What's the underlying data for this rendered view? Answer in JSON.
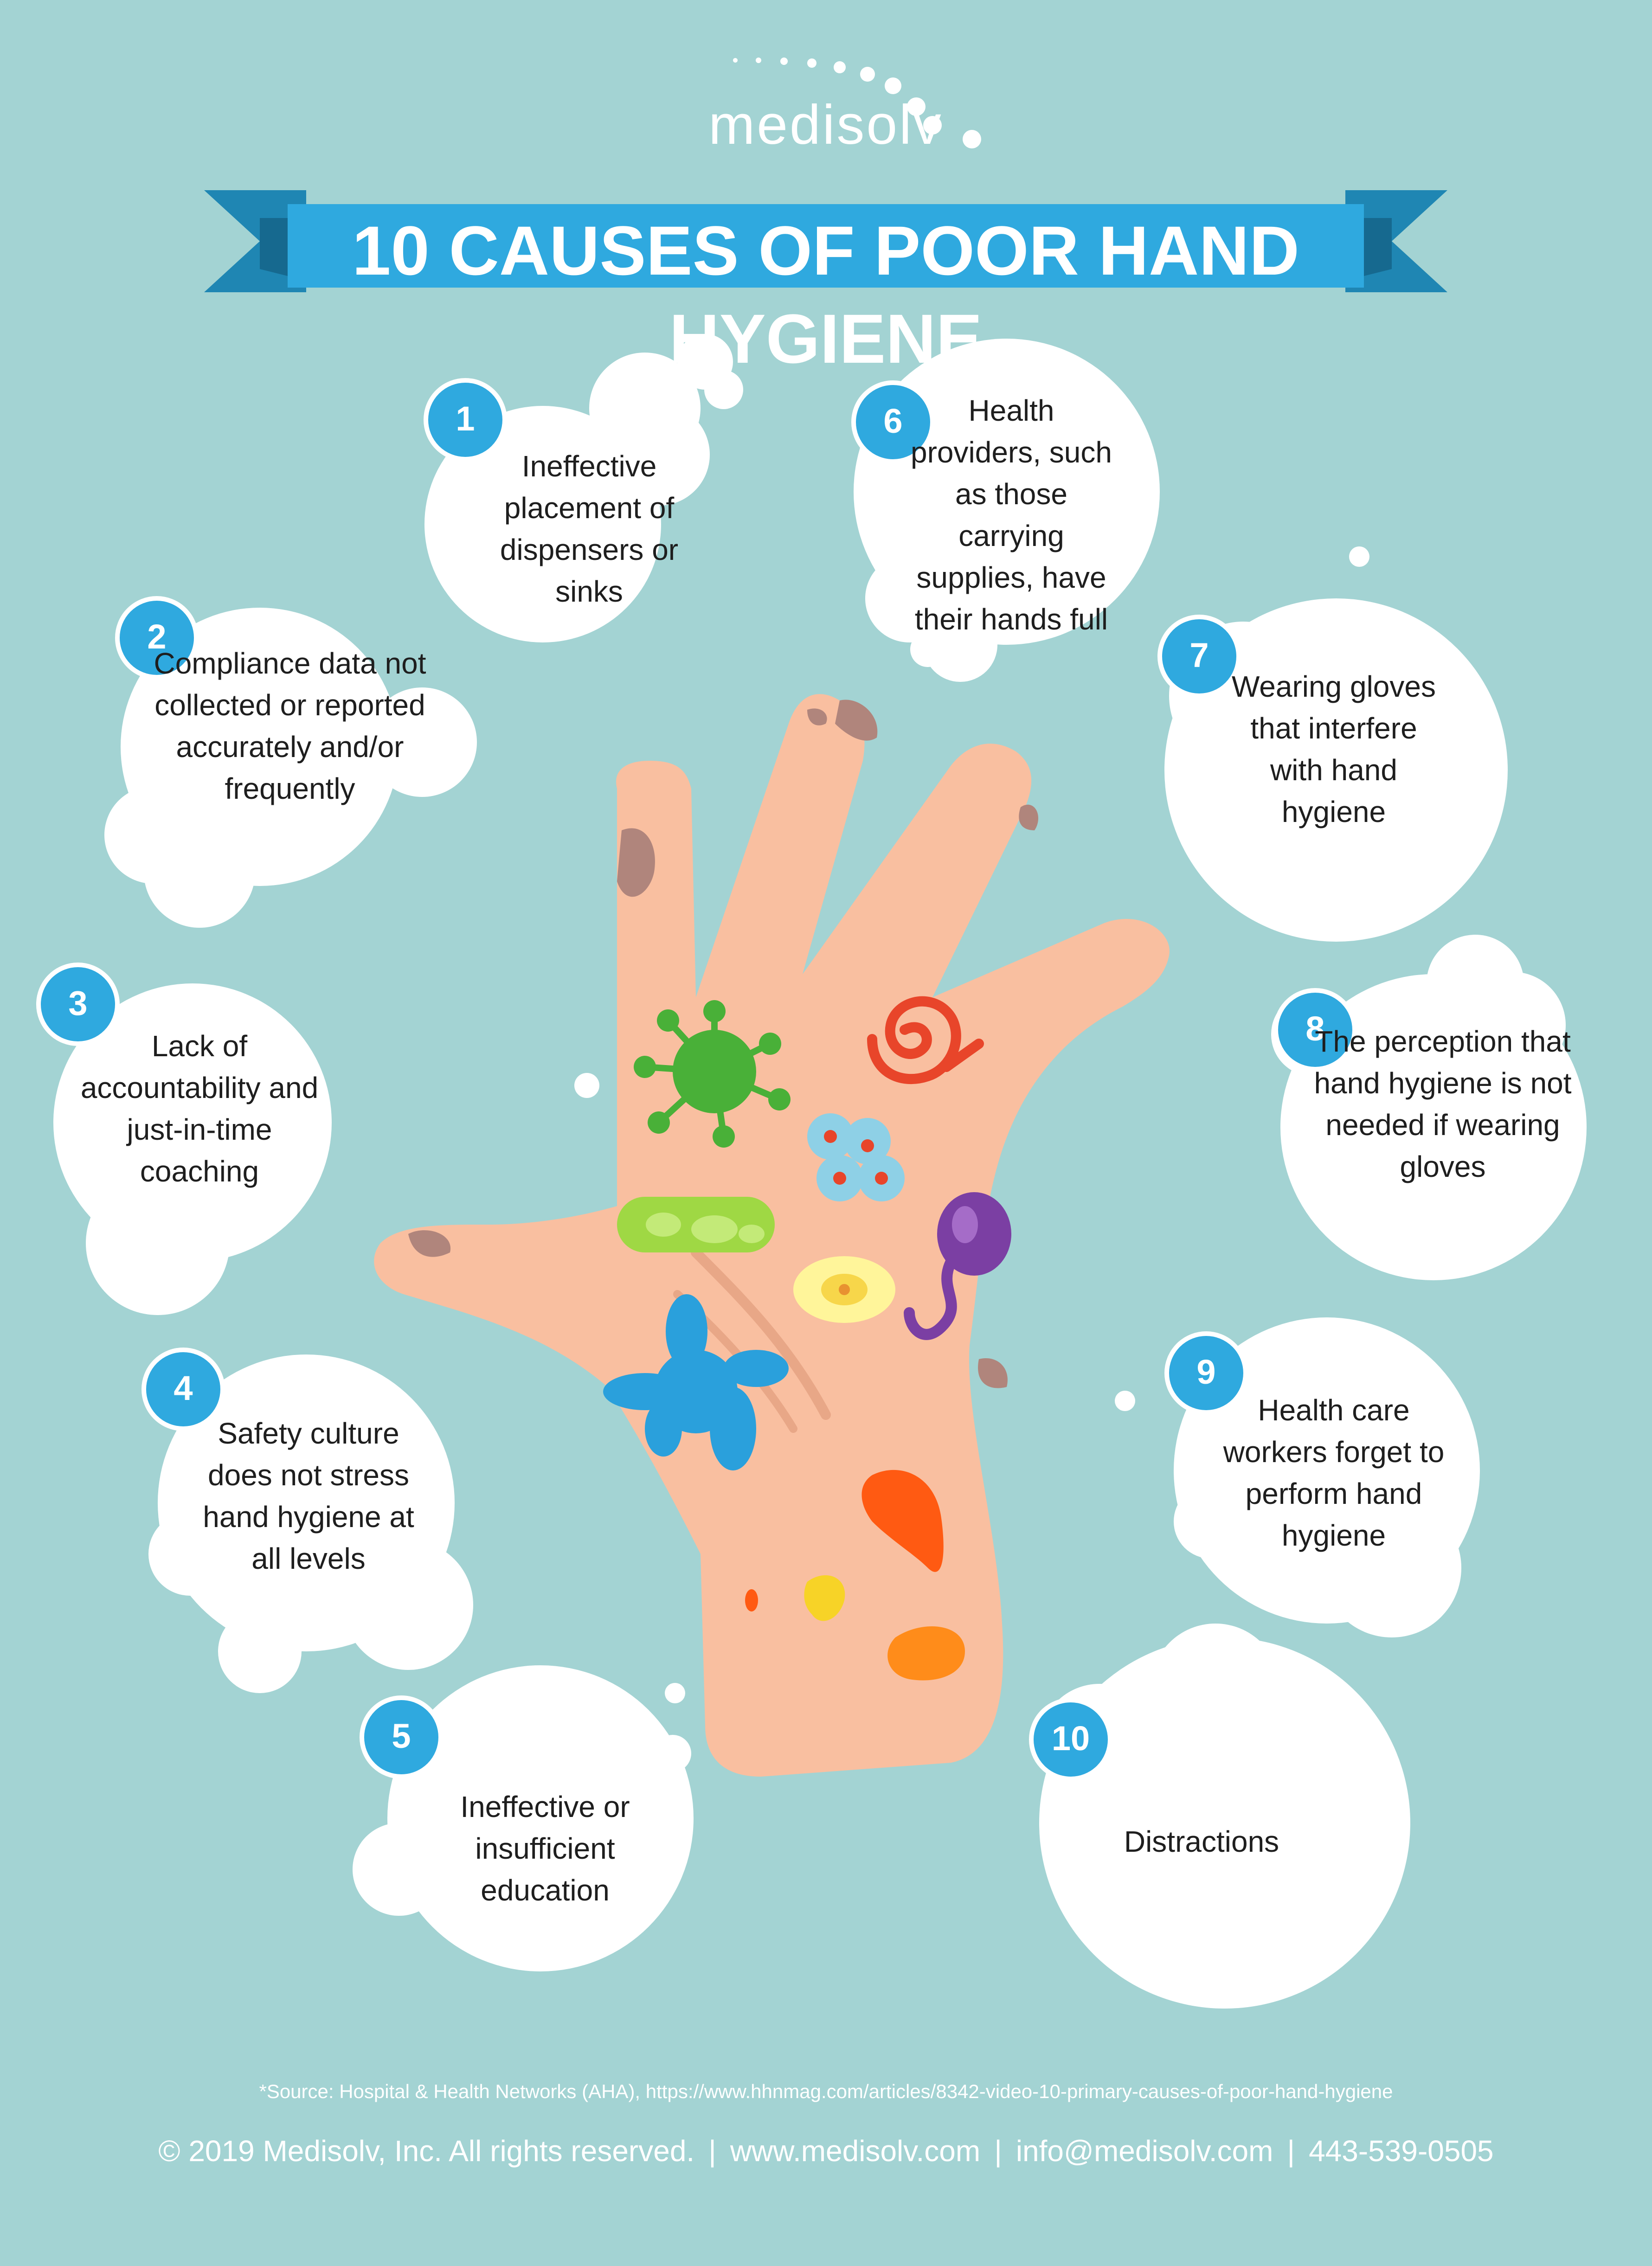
{
  "header": {
    "brand": "medisolv",
    "title": "10 CAUSES OF POOR HAND HYGIENE"
  },
  "causes": [
    {
      "number": "1",
      "text": "Ineffective placement of dispensers or sinks"
    },
    {
      "number": "2",
      "text": "Compliance data not collected or reported accurately and/or frequently"
    },
    {
      "number": "3",
      "text": "Lack of accountability and just-in-time coaching"
    },
    {
      "number": "4",
      "text": "Safety culture does not stress hand hygiene at all levels"
    },
    {
      "number": "5",
      "text": "Ineffective or insufficient education"
    },
    {
      "number": "6",
      "text": "Health providers, such as those carrying supplies, have their hands full"
    },
    {
      "number": "7",
      "text": "Wearing gloves that interfere with hand hygiene"
    },
    {
      "number": "8",
      "text": "The perception that hand hygiene is not needed if wearing gloves"
    },
    {
      "number": "9",
      "text": "Health care workers forget to perform hand hygiene"
    },
    {
      "number": "10",
      "text": "Distractions"
    }
  ],
  "source": "*Source: Hospital & Health Networks (AHA), https://www.hhnmag.com/articles/8342-video-10-primary-causes-of-poor-hand-hygiene",
  "footer": {
    "copyright": "© 2019 Medisolv, Inc. All rights reserved.",
    "website": "www.medisolv.com",
    "email": "info@medisolv.com",
    "phone": "443-539-0505"
  },
  "colors": {
    "background": "#a3d3d3",
    "banner": "#2fa9df",
    "badge": "#2fa9df",
    "cloud": "#ffffff",
    "hand": "#f9bfa0"
  }
}
